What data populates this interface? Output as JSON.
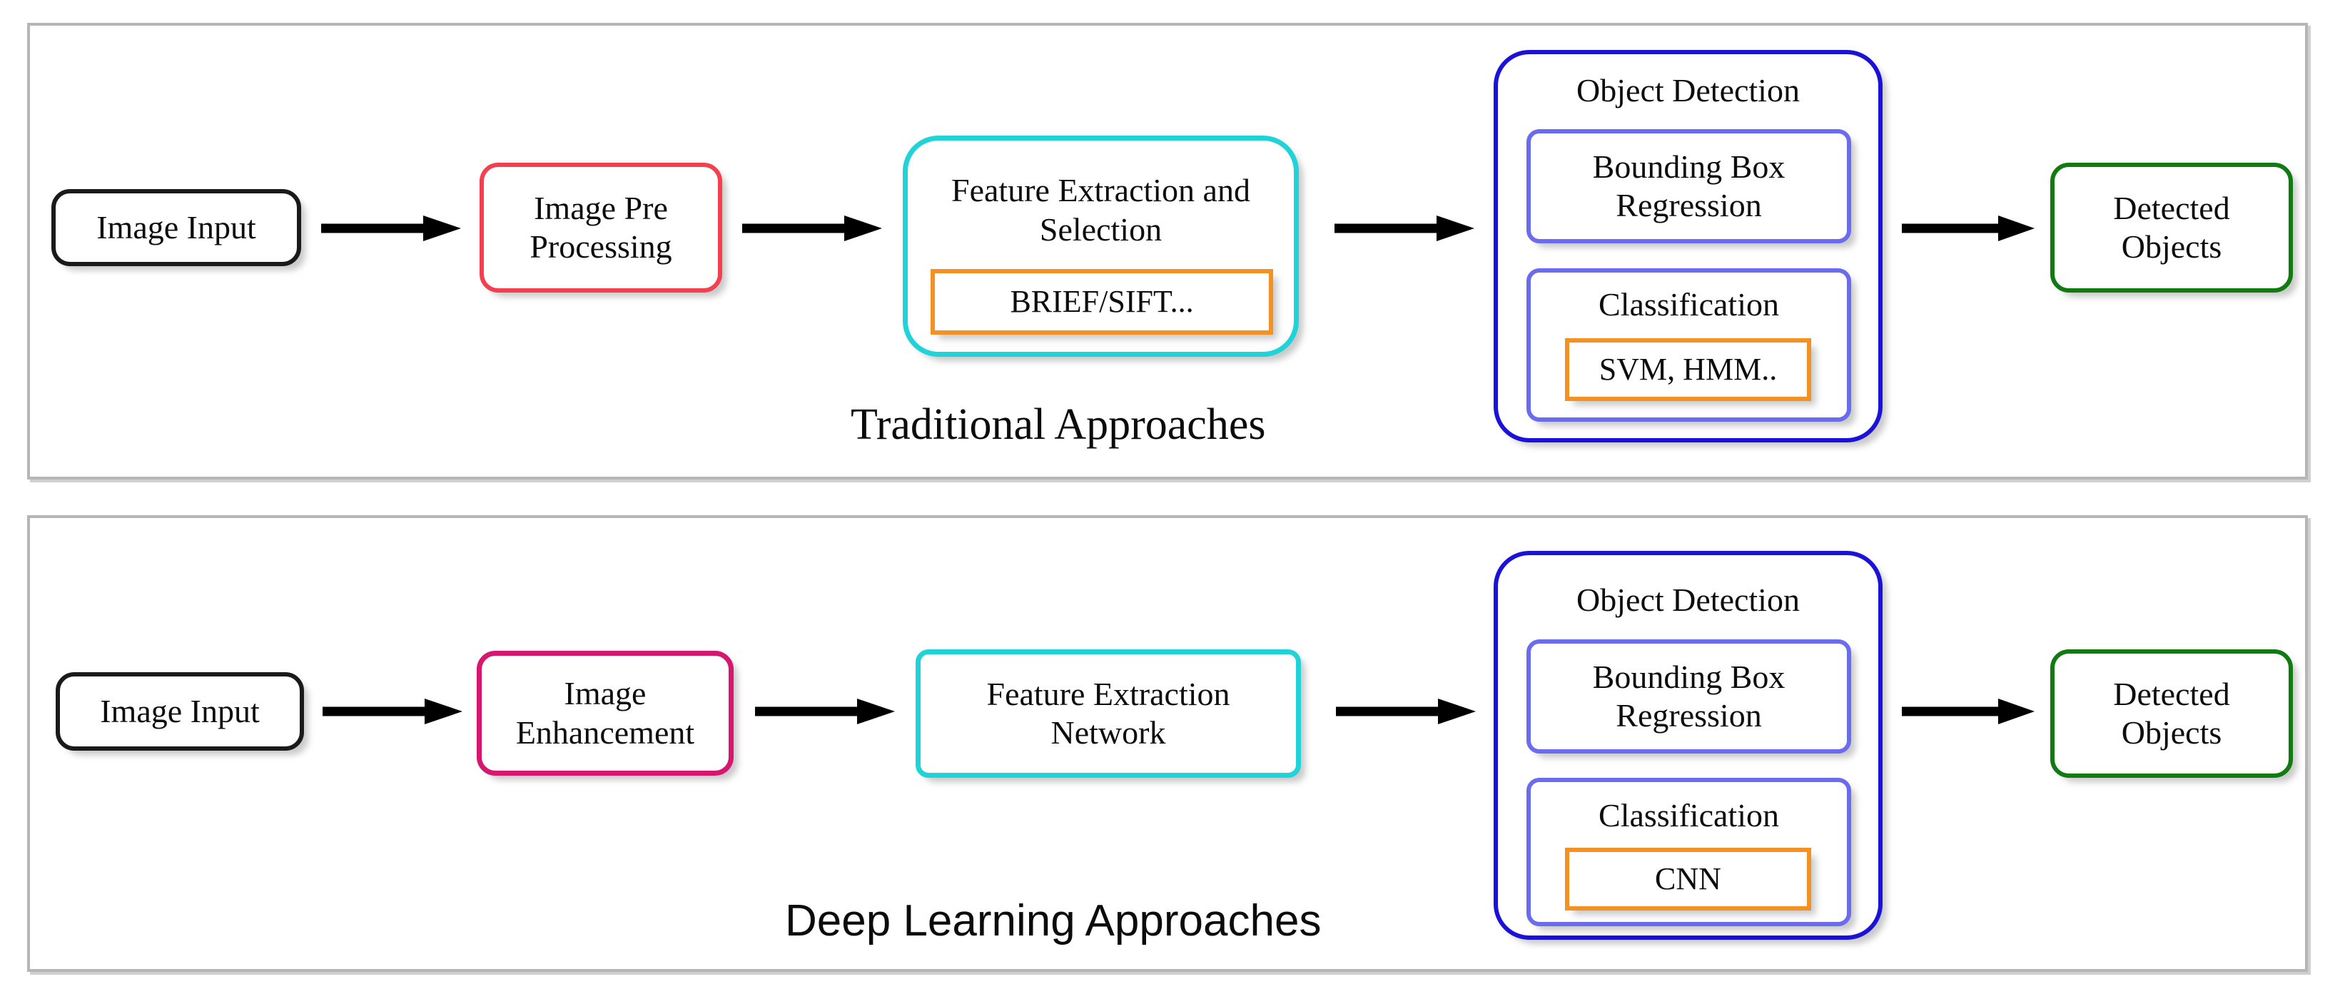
{
  "figure": {
    "title_hidden": "",
    "panels": [
      {
        "id": "traditional",
        "caption": "Traditional Approaches",
        "caption_font": "serif",
        "nodes": {
          "input": "Image Input",
          "preprocess": "Image Pre\nProcessing",
          "preprocess_line1": "Image Pre",
          "preprocess_line2": "Processing",
          "feature_line1": "Feature Extraction and",
          "feature_line2": "Selection",
          "feature_inner": "BRIEF/SIFT...",
          "detection_group": "Object Detection",
          "bbox_line1": "Bounding Box",
          "bbox_line2": "Regression",
          "classification": "Classification",
          "classifier_inner": "SVM, HMM..",
          "output_line1": "Detected",
          "output_line2": "Objects"
        }
      },
      {
        "id": "deep",
        "caption": "Deep Learning Approaches",
        "caption_font": "sans",
        "nodes": {
          "input": "Image Input",
          "enhance_line1": "Image",
          "enhance_line2": "Enhancement",
          "feature_line1": "Feature Extraction",
          "feature_line2": "Network",
          "detection_group": "Object Detection",
          "bbox_line1": "Bounding Box",
          "bbox_line2": "Regression",
          "classification": "Classification",
          "classifier_inner": "CNN",
          "output_line1": "Detected",
          "output_line2": "Objects"
        }
      }
    ],
    "colors": {
      "panel_border": "#b6b6b6",
      "input_border": "#1a1a1a",
      "preprocess_border": "#f43f4f",
      "enhance_border": "#d6166f",
      "feature_border": "#1fd3d8",
      "detection_outer_border": "#1a12d6",
      "detection_inner_border": "#6b6bee",
      "algorithm_box_border": "#f39222",
      "output_border": "#117a11",
      "arrow": "#000000",
      "text": "#0d0d0d",
      "background": "#ffffff"
    },
    "flow_order": [
      "Image Input",
      "Pre-processing / Enhancement",
      "Feature Extraction",
      "Object Detection",
      "Detected Objects"
    ],
    "arrow_count_per_panel": 4
  }
}
